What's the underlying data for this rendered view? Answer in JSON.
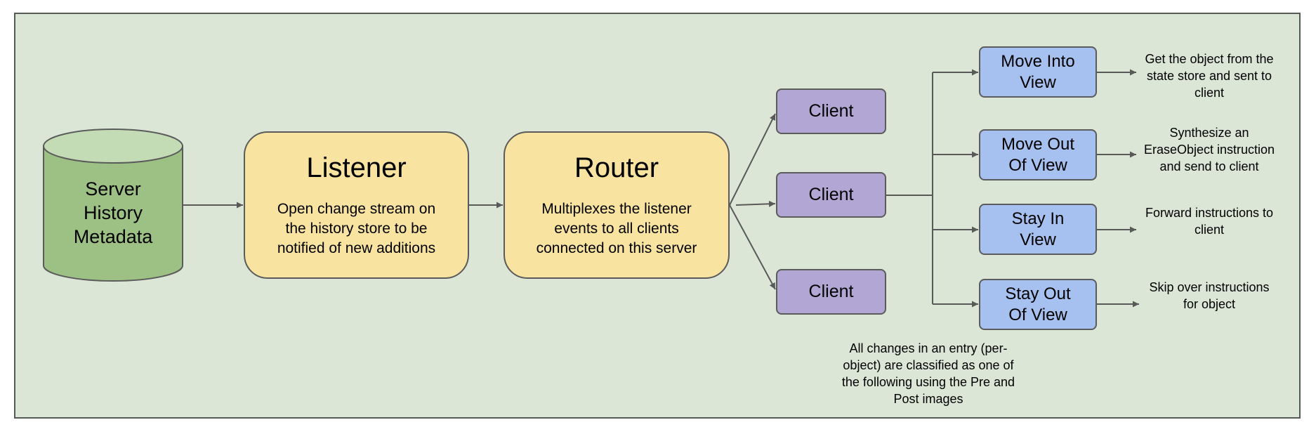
{
  "colors": {
    "canvas": "#dce6d6",
    "database": "#9dc184",
    "database_top": "#c3dcb5",
    "process": "#f8e3a0",
    "client": "#b2a6d4",
    "action": "#a6c1ef",
    "stroke": "#5b5b5b"
  },
  "database": {
    "icon": "cylinder",
    "label_lines": [
      "Server",
      "History",
      "Metadata"
    ]
  },
  "listener": {
    "title": "Listener",
    "description": "Open change stream on the history store to be notified of new additions"
  },
  "router": {
    "title": "Router",
    "description": "Multiplexes the listener events to all clients connected on this server"
  },
  "clients": [
    "Client",
    "Client",
    "Client"
  ],
  "actions": [
    {
      "label": "Move Into View",
      "note": "Get the object from the state store and sent to client"
    },
    {
      "label": "Move Out Of View",
      "note": "Synthesize an EraseObject instruction and send to client"
    },
    {
      "label": "Stay In View",
      "note": "Forward instructions to client"
    },
    {
      "label": "Stay Out Of View",
      "note": "Skip over instructions for object"
    }
  ],
  "classification_note": "All changes in an entry (per-object) are classified as one of the following using the Pre and Post images"
}
